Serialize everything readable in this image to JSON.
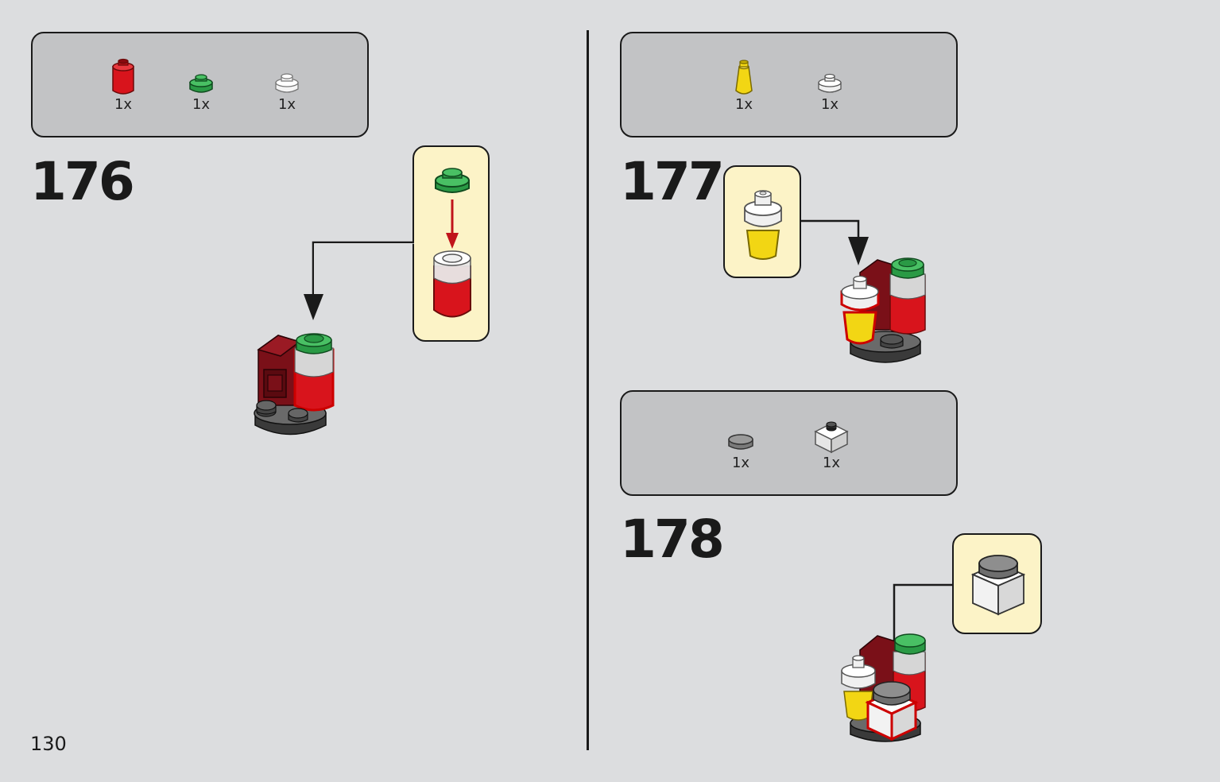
{
  "page": {
    "number": "130"
  },
  "steps": [
    {
      "number": "176",
      "parts": [
        {
          "icon": "red-round-brick-icon",
          "qty": "1x",
          "color": "#d8141c"
        },
        {
          "icon": "green-round-plate-icon",
          "qty": "1x",
          "color": "#2a9a45"
        },
        {
          "icon": "transparent-round-plate-icon",
          "qty": "1x",
          "color": "#ffffff"
        }
      ]
    },
    {
      "number": "177",
      "parts": [
        {
          "icon": "yellow-cone-icon",
          "qty": "1x",
          "color": "#f2d614"
        },
        {
          "icon": "white-round-plate-icon",
          "qty": "1x",
          "color": "#ffffff"
        }
      ]
    },
    {
      "number": "178",
      "parts": [
        {
          "icon": "grey-round-tile-icon",
          "qty": "1x",
          "color": "#8d8d8d"
        },
        {
          "icon": "white-jumper-plate-icon",
          "qty": "1x",
          "color": "#ffffff"
        }
      ]
    }
  ]
}
